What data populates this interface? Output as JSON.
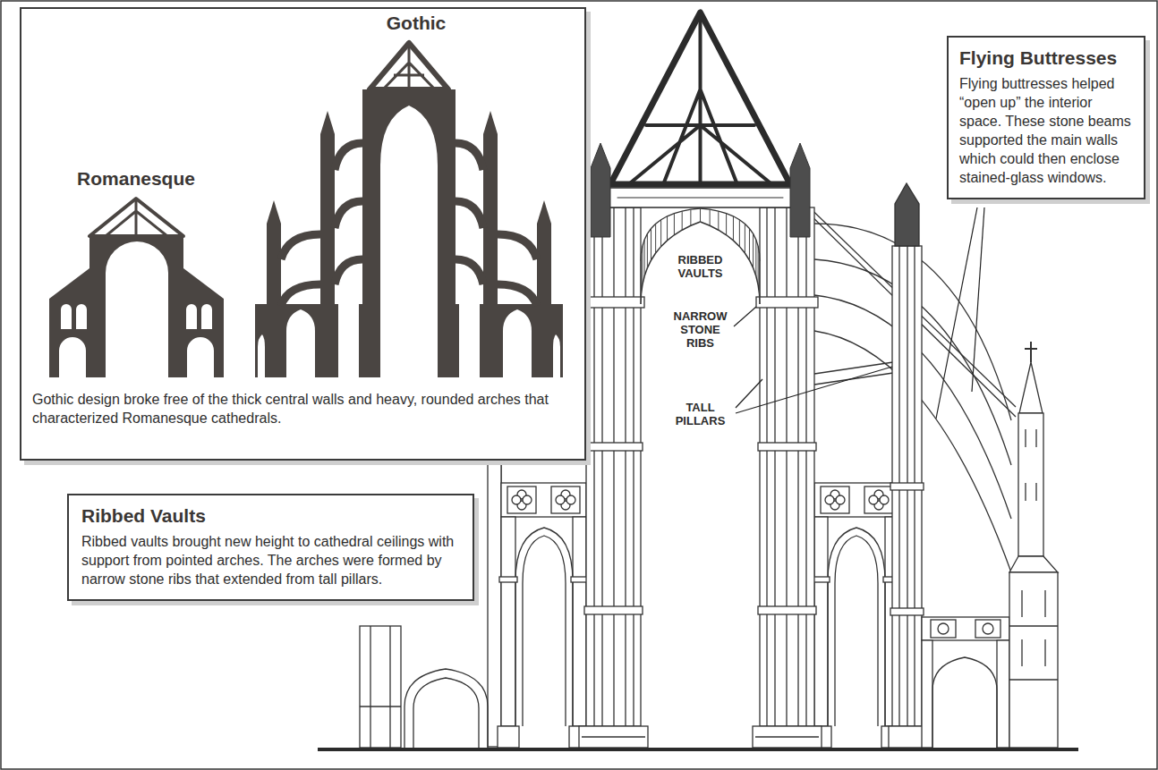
{
  "diagram": {
    "nodes": [
      {
        "text": [
          "Gothic",
          "Romanesque",
          "Gothic design broke free of the thick central walls and heavy, rounded arches that characterized Romanesque cathedrals."
        ]
      },
      {
        "text": [
          "Flying Buttresses",
          "Flying buttresses helped “open up” the interior space. These stone beams supported the main walls which could then enclose stained-glass windows."
        ]
      },
      {
        "text": [
          "Ribbed Vaults",
          "Ribbed vaults brought new height to cathedral ceilings with support from pointed arches. The arches were formed by narrow stone ribs that extended from tall pillars."
        ]
      }
    ],
    "labels": [
      "RIBBED VAULTS",
      "NARROW STONE RIBS",
      "TALL PILLARS"
    ]
  }
}
